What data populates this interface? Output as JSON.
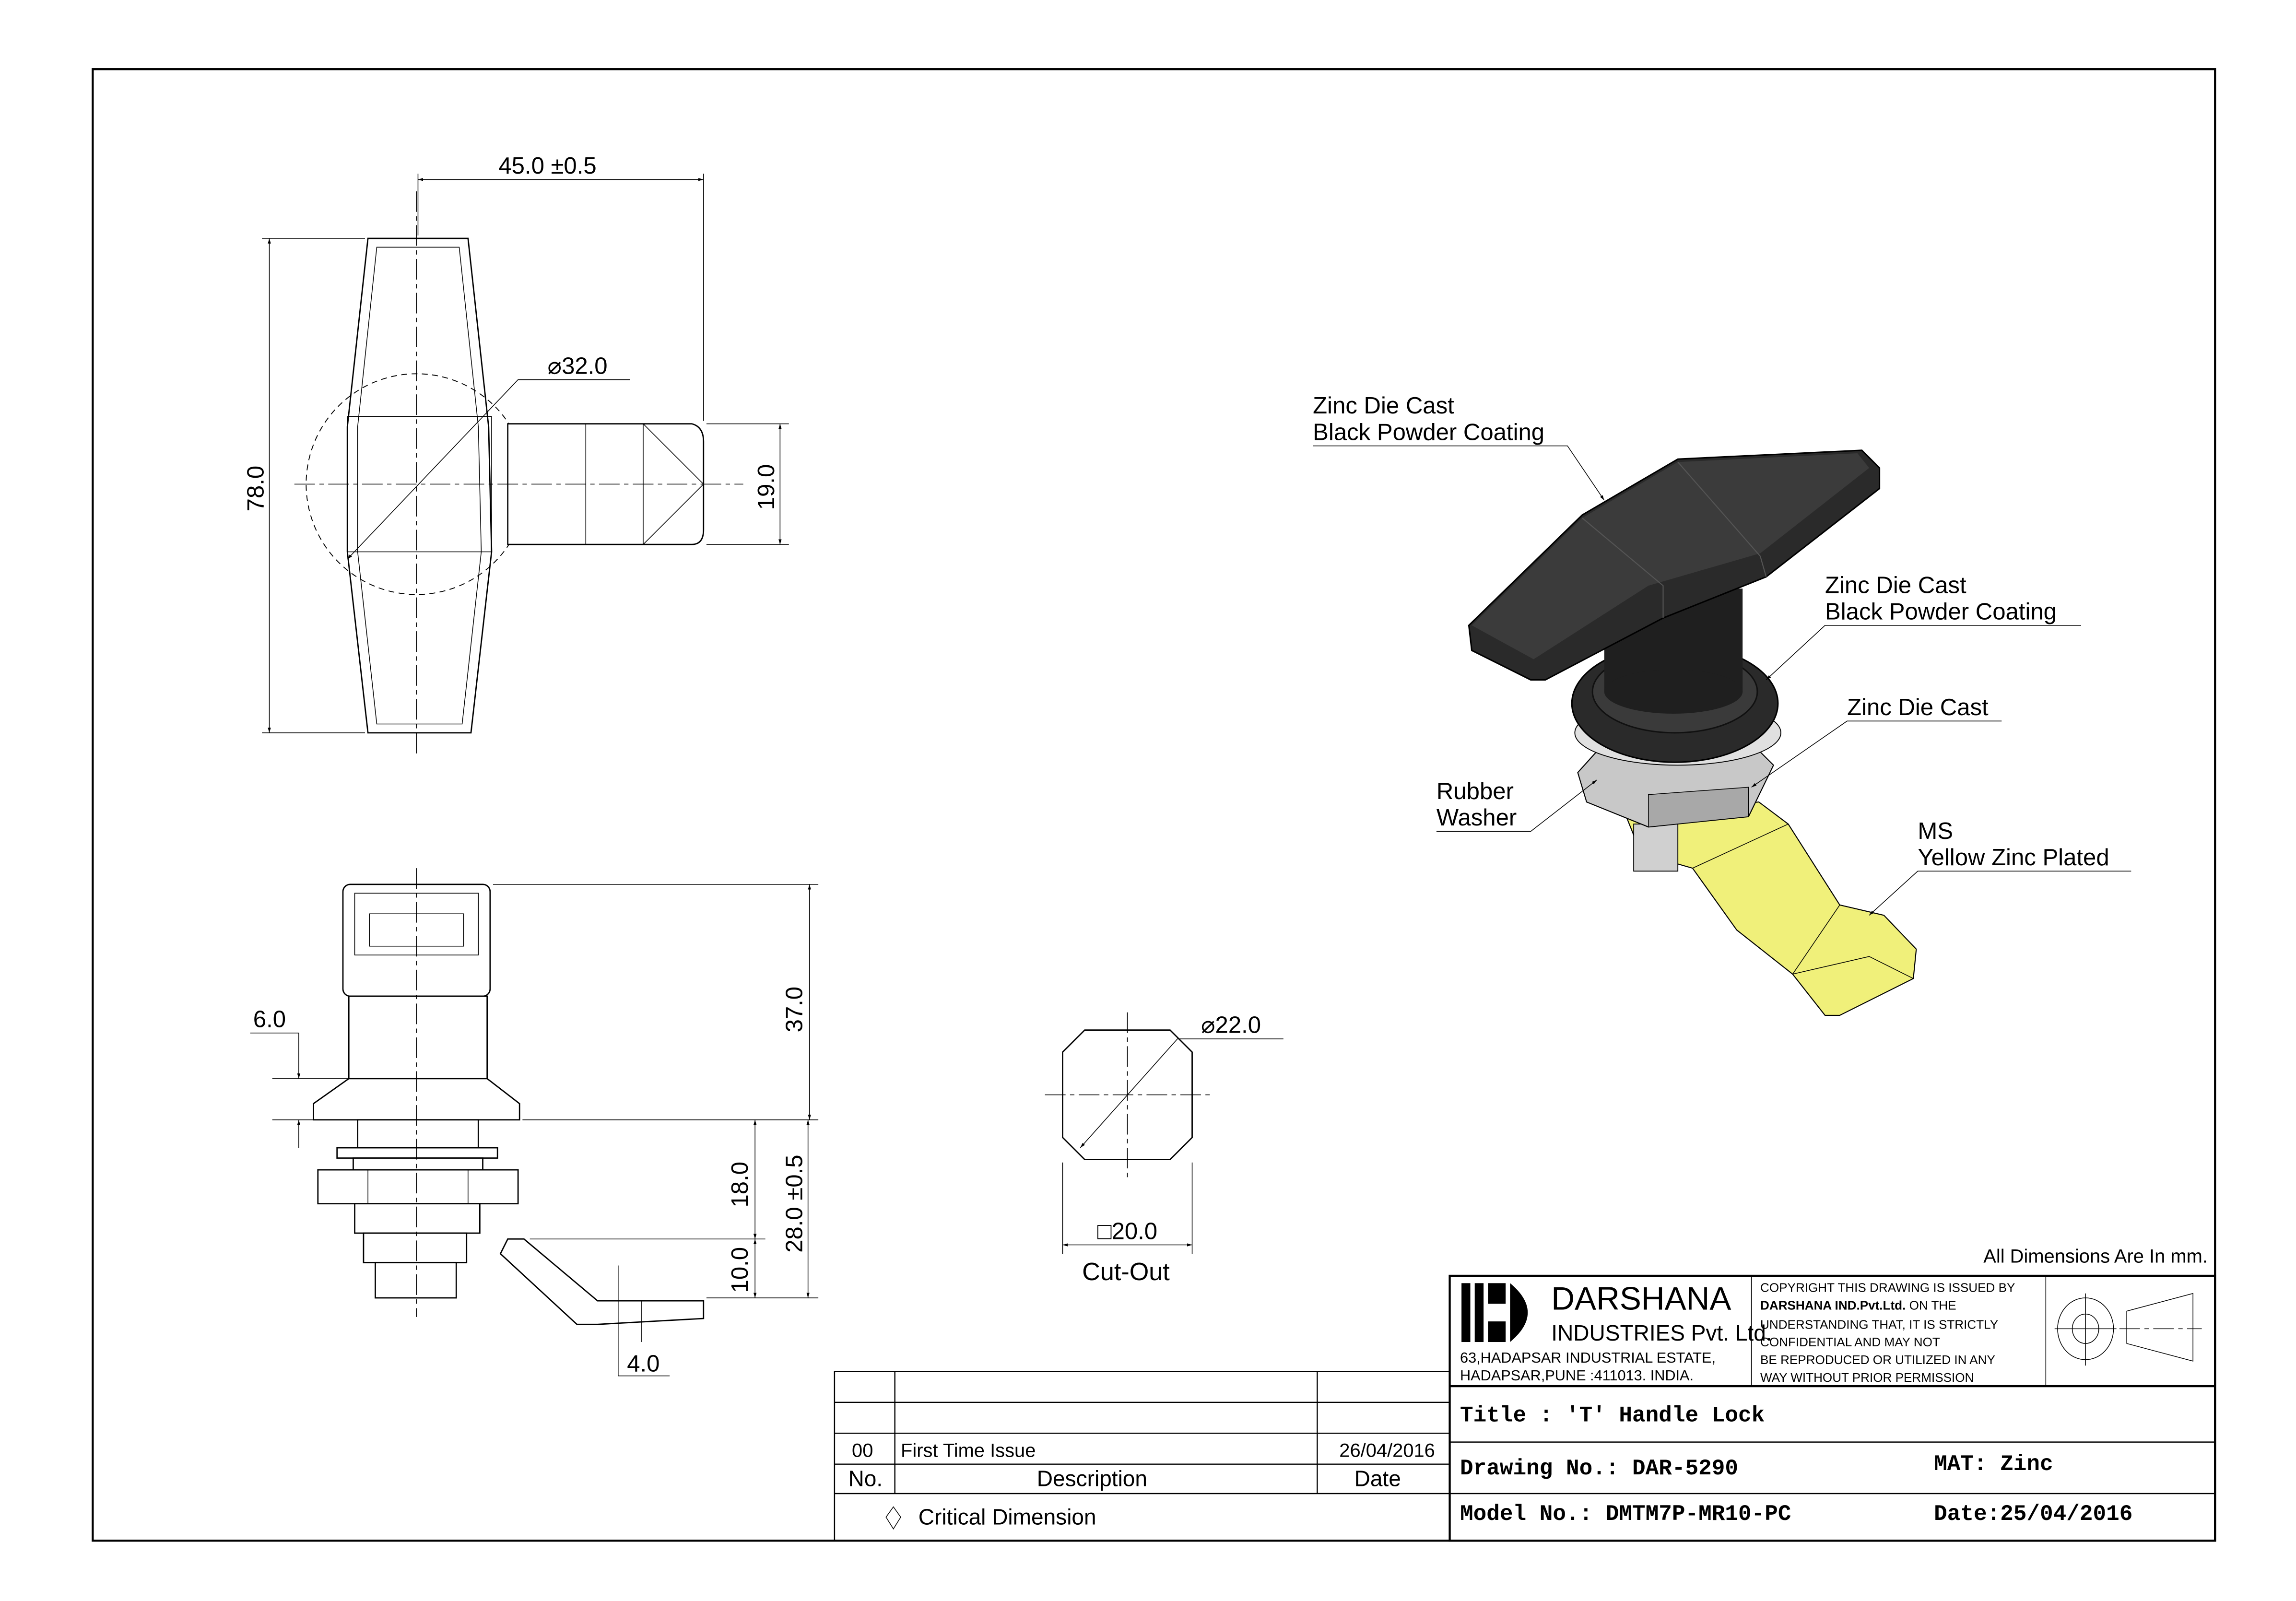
{
  "dimensions": {
    "width_top": "45.0 ±0.5",
    "height_top": "78.0",
    "diameter_circle": "⌀32.0",
    "shaft_height": "19.0",
    "flange": "6.0",
    "overall_height": "37.0",
    "grip_18": "18.0",
    "grip_28": "28.0 ±0.5",
    "cam_10": "10.0",
    "cam_thickness": "4.0",
    "cutout_diameter": "⌀22.0",
    "cutout_square": "□20.0",
    "cutout_label": "Cut-Out"
  },
  "callouts": {
    "handle_line1": "Zinc Die Cast",
    "handle_line2": "Black Powder Coating",
    "body_line1": "Zinc Die Cast",
    "body_line2": "Black Powder Coating",
    "nut": "Zinc Die Cast",
    "washer_line1": "Rubber",
    "washer_line2": "Washer",
    "cam_line1": "MS",
    "cam_line2": "Yellow Zinc Plated"
  },
  "note_units": "All Dimensions Are In mm.",
  "company": {
    "name": "DARSHANA",
    "sub": "INDUSTRIES Pvt. Ltd.",
    "address1": "63,HADAPSAR INDUSTRIAL ESTATE,",
    "address2": "HADAPSAR,PUNE :411013. INDIA.",
    "copyright": [
      "COPYRIGHT THIS DRAWING IS ISSUED BY",
      "DARSHANA IND.Pvt.Ltd.",
      " ON THE",
      "UNDERSTANDING THAT, IT IS STRICTLY",
      "CONFIDENTIAL AND MAY NOT",
      "BE REPRODUCED OR UTILIZED IN ANY",
      "WAY WITHOUT PRIOR PERMISSION"
    ]
  },
  "title_block": {
    "title": "Title : 'T' Handle Lock",
    "drawing_no": "Drawing No.: DAR-5290",
    "mat": "MAT: Zinc",
    "model_no": "Model No.: DMTM7P-MR10-PC",
    "date": "Date:25/04/2016"
  },
  "revisions": {
    "headers": {
      "no": "No.",
      "description": "Description",
      "date": "Date"
    },
    "rows": [
      {
        "no": "00",
        "description": "First Time Issue",
        "date": "26/04/2016"
      }
    ],
    "critical": "Critical Dimension"
  },
  "colors": {
    "cam_yellow": "#f0f07a",
    "handle_black": "#2a2a2a",
    "nut_gray": "#c8c8c8"
  }
}
